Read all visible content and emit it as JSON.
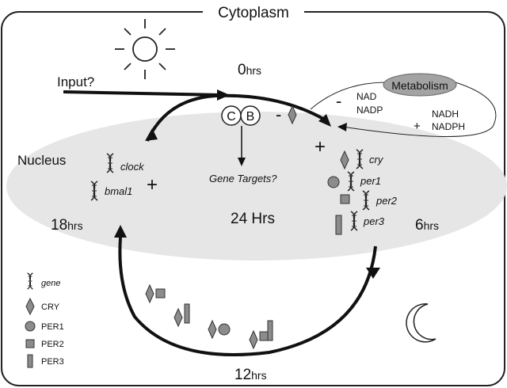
{
  "title": "Cytoplasm",
  "region_labels": {
    "nucleus": "Nucleus",
    "metabolism": "Metabolism"
  },
  "input_label": "Input?",
  "center_label": "24 Hrs",
  "time_points": {
    "t0": {
      "num": "0",
      "unit": "hrs"
    },
    "t6": {
      "num": "6",
      "unit": "hrs"
    },
    "t12": {
      "num": "12",
      "unit": "hrs"
    },
    "t18": {
      "num": "18",
      "unit": "hrs"
    }
  },
  "complex_labels": {
    "clock": "C",
    "bmal": "B"
  },
  "gene_targets": "Gene Targets?",
  "genes_left": [
    "clock",
    "bmal1"
  ],
  "genes_right": [
    "cry",
    "per1",
    "per2",
    "per3"
  ],
  "cofactors_oxidized": [
    "NAD",
    "NADP"
  ],
  "cofactors_reduced": [
    "NADH",
    "NADPH"
  ],
  "signs": {
    "plus": "+",
    "minus": "-"
  },
  "legend": [
    {
      "symbol": "gene",
      "label": "gene"
    },
    {
      "symbol": "diamond",
      "label": "CRY"
    },
    {
      "symbol": "circle",
      "label": "PER1"
    },
    {
      "symbol": "square",
      "label": "PER2"
    },
    {
      "symbol": "bar",
      "label": "PER3"
    }
  ],
  "colors": {
    "nucleus_fill": "#e6e6e6",
    "metabolism_fill": "#a3a3a3",
    "protein_fill": "#8c8c8c"
  },
  "icons": {
    "day": "sun-icon",
    "night": "moon-icon",
    "gene": "dna-gene-icon"
  }
}
